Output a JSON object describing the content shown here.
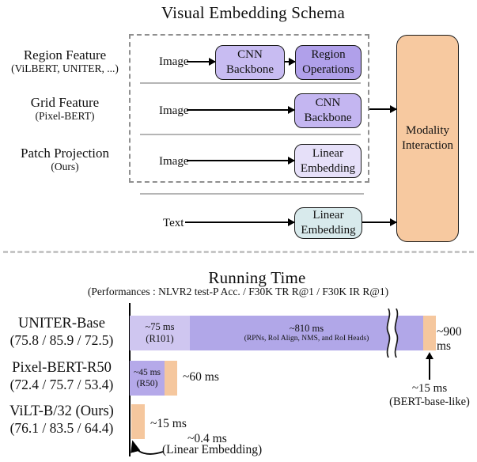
{
  "schema": {
    "title": "Visual Embedding Schema",
    "rows": [
      {
        "label": "Region Feature",
        "detail": "(ViLBERT, UNITER, ...)",
        "input": "Image"
      },
      {
        "label": "Grid Feature",
        "detail": "(Pixel-BERT)",
        "input": "Image"
      },
      {
        "label": "Patch Projection",
        "detail": "(Ours)",
        "input": "Image"
      }
    ],
    "text_input": "Text",
    "boxes": {
      "cnn_backbone_a": {
        "line1": "CNN",
        "line2": "Backbone",
        "color": "#c8bcf2"
      },
      "region_operations": {
        "line1": "Region",
        "line2": "Operations",
        "color": "#b0a0ea"
      },
      "cnn_backbone_b": {
        "line1": "CNN",
        "line2": "Backbone",
        "color": "#c4b6f1"
      },
      "linear_embedding_image": {
        "line1": "Linear",
        "line2": "Embedding",
        "color": "#e6e0f9"
      },
      "linear_embedding_text": {
        "line1": "Linear",
        "line2": "Embedding",
        "color": "#d8eaec"
      },
      "modality_interaction": {
        "line1": "Modality",
        "line2": "Interaction",
        "color": "#f7c9a0"
      }
    }
  },
  "chart_data": {
    "type": "bar",
    "orientation": "horizontal",
    "title": "Running Time",
    "subtitle": "(Performances : NLVR2 test-P Acc. / F30K TR R@1 / F30K IR R@1)",
    "unit": "ms",
    "axis_break_in_first_bar": true,
    "categories": [
      "UNITER-Base",
      "Pixel-BERT-R50",
      "ViLT-B/32 (Ours)"
    ],
    "rows": [
      {
        "label": "UNITER-Base",
        "performance": "(75.8 / 85.9 / 72.5)",
        "total_label": "~900 ms",
        "total_ms": 900,
        "segments": [
          {
            "name": "cnn-backbone",
            "label": "~75 ms",
            "sublabel": "(R101)",
            "value_ms": 75,
            "color": "#cfc6f0"
          },
          {
            "name": "region-operations",
            "label": "~810 ms",
            "sublabel": "(RPNs, RoI Align, NMS, and RoI Heads)",
            "value_ms": 810,
            "color": "#b1a7e8"
          },
          {
            "name": "transformer",
            "value_ms": 15,
            "color": "#f5c79e"
          }
        ],
        "annotation": {
          "label": "~15 ms",
          "sublabel": "(BERT-base-like)"
        }
      },
      {
        "label": "Pixel-BERT-R50",
        "performance": "(72.4 / 75.7 / 53.4)",
        "total_label": "~60 ms",
        "total_ms": 60,
        "segments": [
          {
            "name": "cnn-backbone",
            "label": "~45 ms",
            "sublabel": "(R50)",
            "value_ms": 45,
            "color": "#b5a9e9"
          },
          {
            "name": "transformer",
            "value_ms": 15,
            "color": "#f5c79e"
          }
        ]
      },
      {
        "label": "ViLT-B/32 (Ours)",
        "performance": "(76.1 / 83.5 / 64.4)",
        "total_label": "~15 ms",
        "total_ms": 15,
        "segments": [
          {
            "name": "transformer",
            "value_ms": 15,
            "color": "#f5c79e"
          }
        ],
        "annotation": {
          "label": "~0.4 ms",
          "sublabel": "(Linear Embedding)"
        }
      }
    ]
  }
}
